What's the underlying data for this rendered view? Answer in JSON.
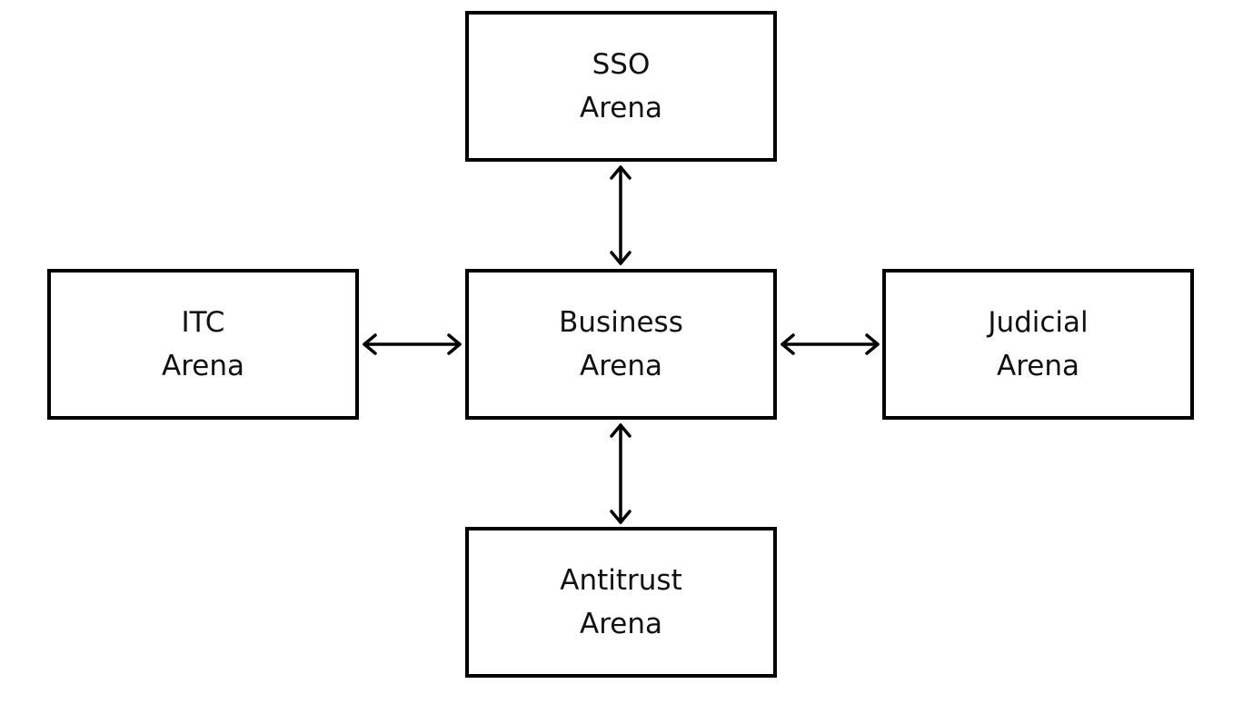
{
  "nodes": {
    "sso": {
      "line1": "SSO",
      "line2": "Arena"
    },
    "itc": {
      "line1": "ITC",
      "line2": "Arena"
    },
    "business": {
      "line1": "Business",
      "line2": "Arena"
    },
    "judicial": {
      "line1": "Judicial",
      "line2": "Arena"
    },
    "antitrust": {
      "line1": "Antitrust",
      "line2": "Arena"
    }
  },
  "edges": [
    {
      "from": "business",
      "to": "sso",
      "direction": "both"
    },
    {
      "from": "business",
      "to": "itc",
      "direction": "both"
    },
    {
      "from": "business",
      "to": "judicial",
      "direction": "both"
    },
    {
      "from": "business",
      "to": "antitrust",
      "direction": "both"
    }
  ],
  "colors": {
    "stroke": "#000000",
    "fill": "#ffffff",
    "text": "#111111"
  }
}
